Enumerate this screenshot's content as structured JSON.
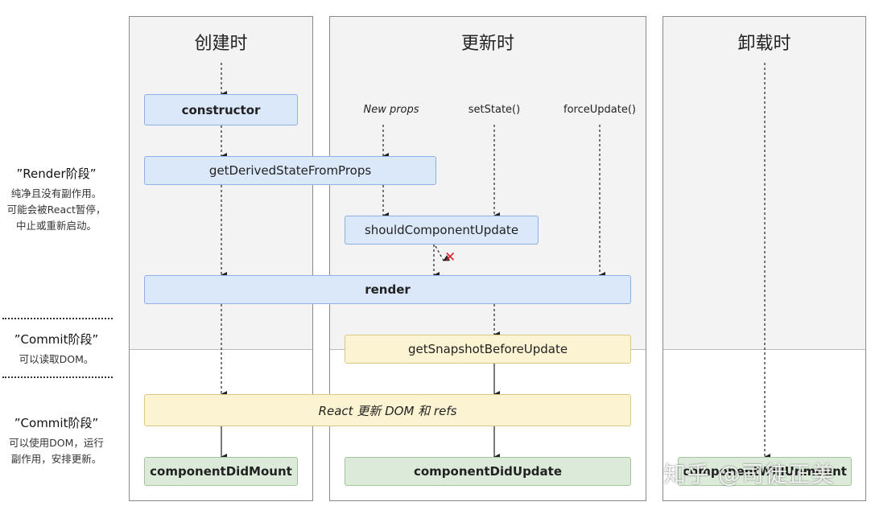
{
  "columns": {
    "mount": {
      "title": "创建时"
    },
    "update": {
      "title": "更新时"
    },
    "unmount": {
      "title": "卸载时"
    }
  },
  "phases": {
    "render": {
      "title": "”Render阶段”",
      "desc": [
        "纯净且没有副作用。",
        "可能会被React暂停，",
        "中止或重新启动。"
      ]
    },
    "precommit": {
      "title": "”Commit阶段”",
      "desc": [
        "可以读取DOM。"
      ]
    },
    "commit": {
      "title": "”Commit阶段”",
      "desc": [
        "可以使用DOM，运行",
        "副作用，安排更新。"
      ]
    }
  },
  "triggers": {
    "new_props": "New props",
    "set_state": "setState()",
    "force_update": "forceUpdate()"
  },
  "methods": {
    "constructor": "constructor",
    "get_derived_state": "getDerivedStateFromProps",
    "should_update": "shouldComponentUpdate",
    "render": "render",
    "get_snapshot": "getSnapshotBeforeUpdate",
    "react_update": "React 更新 DOM 和 refs",
    "did_mount": "componentDidMount",
    "did_update": "componentDidUpdate",
    "will_unmount": "componentWillUnmount"
  },
  "cancel_mark": "✕",
  "watermark": "知乎 @司徒正美",
  "colors": {
    "blue_box": "#dbe8fa",
    "yellow_box": "#fcf3d2",
    "green_box": "#dcebd9",
    "phase_bg": "#f3f3f3",
    "cancel": "#e02020"
  }
}
